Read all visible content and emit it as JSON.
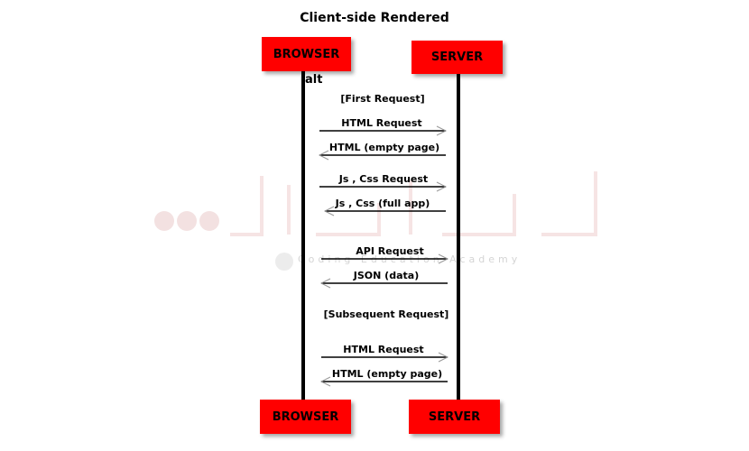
{
  "title": "Client-side Rendered",
  "actors": {
    "browser_top": "BROWSER",
    "server_top": "SERVER",
    "browser_bottom": "BROWSER",
    "server_bottom": "SERVER"
  },
  "fragment": {
    "keyword": "alt",
    "guard_first": "[First Request]",
    "guard_subsequent": "[Subsequent  Request]"
  },
  "messages": [
    {
      "label": "HTML Request",
      "direction": "to-server"
    },
    {
      "label": "HTML (empty page)",
      "direction": "to-browser"
    },
    {
      "label": "Js , Css Request",
      "direction": "to-server"
    },
    {
      "label": "Js , Css (full app)",
      "direction": "to-browser"
    },
    {
      "label": "API Request",
      "direction": "to-server"
    },
    {
      "label": "JSON (data)",
      "direction": "to-browser"
    },
    {
      "label": "HTML Request",
      "direction": "to-server"
    },
    {
      "label": "HTML (empty page)",
      "direction": "to-browser"
    }
  ],
  "watermark": {
    "tagline": "Coding Education Academy"
  },
  "colors": {
    "actor_fill": "#ff0000",
    "line": "#000000"
  }
}
